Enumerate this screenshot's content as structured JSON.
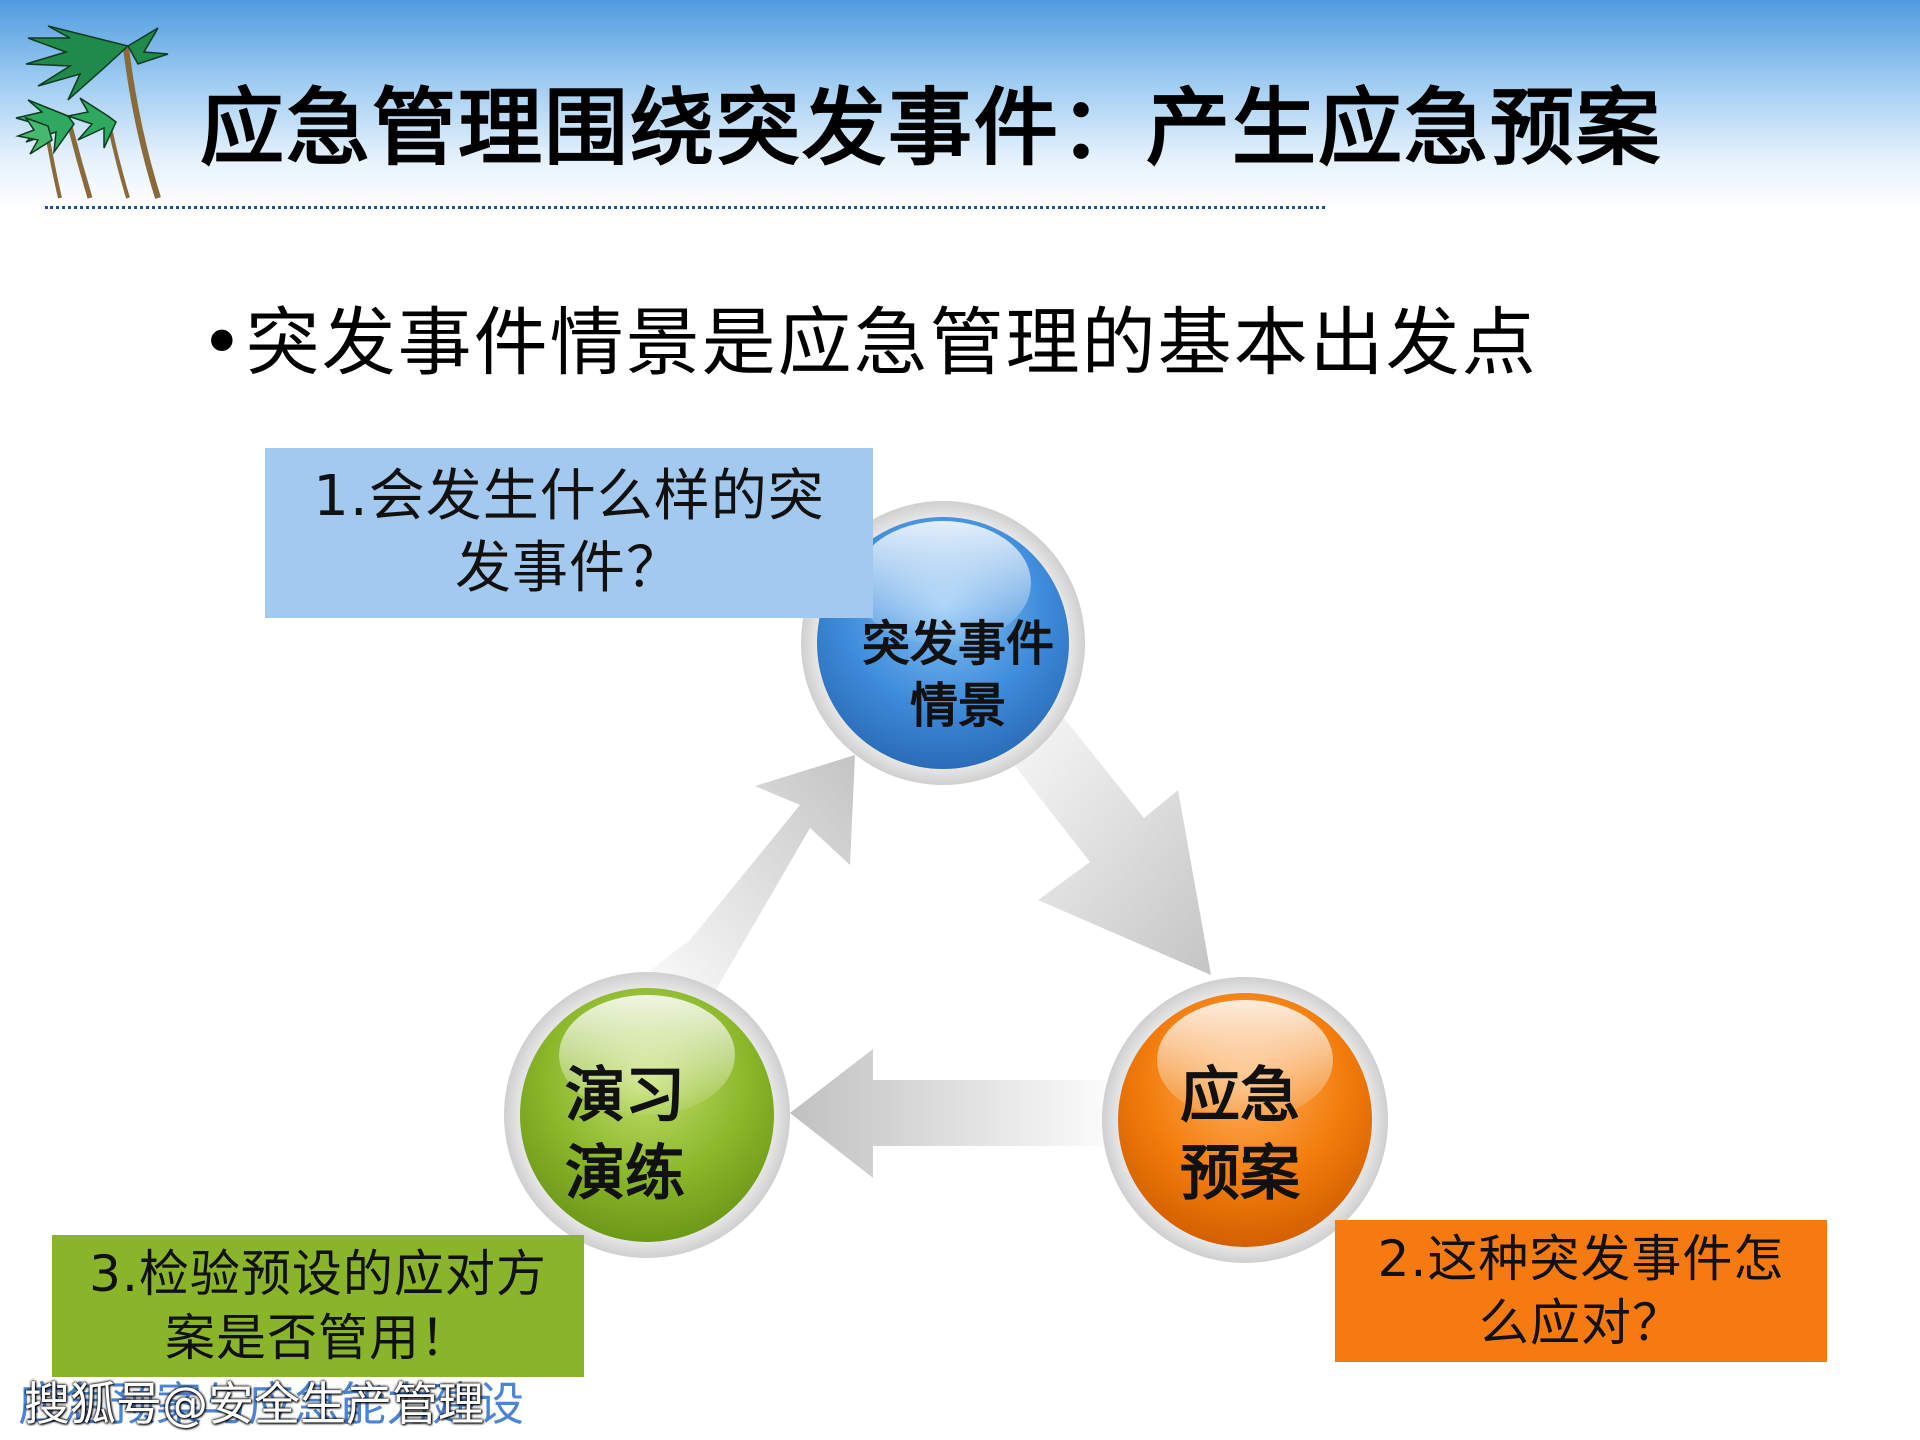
{
  "slide": {
    "title": "应急管理围绕突发事件：产生应急预案",
    "bullet": "•突发事件情景是应急管理的基本出发点"
  },
  "cycle": {
    "nodes": [
      {
        "label_line1": "突发事件",
        "label_line2": "情景",
        "color": "#3f8ddc"
      },
      {
        "label_line1": "应急",
        "label_line2": "预案",
        "color": "#f27d0c"
      },
      {
        "label_line1": "演习",
        "label_line2": "演练",
        "color": "#8cb82b"
      }
    ],
    "questions": [
      {
        "line1": "1.会发生什么样的突",
        "line2": "发事件？",
        "color": "#a3c9ef"
      },
      {
        "line1": "2.这种突发事件怎",
        "line2": "么应对？",
        "color": "#f57a10"
      },
      {
        "line1": "3.检验预设的应对方",
        "line2": "案是否管用！",
        "color": "#8ab42a"
      }
    ]
  },
  "watermark": {
    "overlay_text": "搜狐号@安全生产管理",
    "underlying_text": "应急预案与应急能力建设"
  },
  "colors": {
    "header_gradient_top": "#4f9be0",
    "divider": "#1f4fa3"
  }
}
